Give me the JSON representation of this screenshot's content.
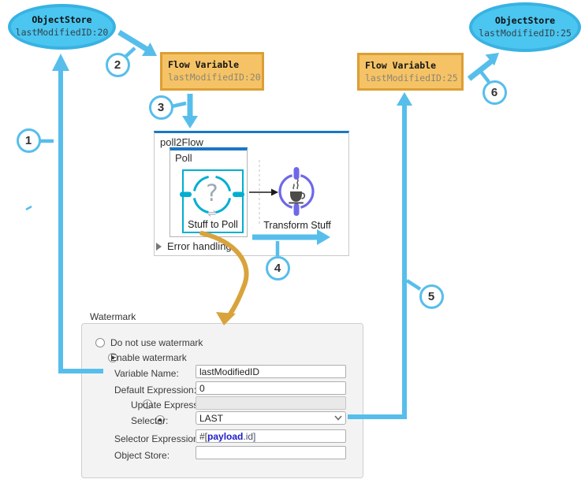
{
  "steps": [
    "1",
    "2",
    "3",
    "4",
    "5",
    "6"
  ],
  "stores": {
    "before": {
      "title": "ObjectStore",
      "value": "lastModifiedID:20"
    },
    "after": {
      "title": "ObjectStore",
      "value": "lastModifiedID:25"
    }
  },
  "flow_vars": {
    "before": {
      "title": "Flow Variable",
      "value": "lastModifiedID:20"
    },
    "after": {
      "title": "Flow Variable",
      "value": "lastModifiedID:25"
    }
  },
  "flow": {
    "title": "poll2Flow",
    "scope_label": "Poll",
    "source_label": "Stuff to Poll",
    "source_glyph": "?",
    "exchange_glyph": "⇌",
    "processor_label": "Transform Stuff",
    "error_handling_label": "Error handling"
  },
  "watermark": {
    "title": "Watermark",
    "option_disable": "Do not use watermark",
    "option_enable": "Enable watermark",
    "variable_name": {
      "label": "Variable Name:",
      "value": "lastModifiedID"
    },
    "default_expression": {
      "label": "Default Expression:",
      "value": "0"
    },
    "update_expression": {
      "label": "Update Expression:",
      "value": ""
    },
    "selector": {
      "label": "Selector:",
      "value": "LAST"
    },
    "selector_expression": {
      "label": "Selector Expression:",
      "prefix": "#[",
      "keyword": "payload",
      "suffix": ".id]"
    },
    "object_store": {
      "label": "Object Store:",
      "value": ""
    }
  },
  "colors": {
    "accent_cyan": "#57BEEB",
    "ellipse_fill": "#4AC6F0",
    "ellipse_border": "#38B2E2",
    "flowvar_fill": "#F5C366",
    "flowvar_border": "#DC9F35",
    "flow_blue": "#1B77C4",
    "node_teal": "#00AFCF",
    "processor_purple": "#6E68E8",
    "arrow_gold": "#D9A33C"
  }
}
